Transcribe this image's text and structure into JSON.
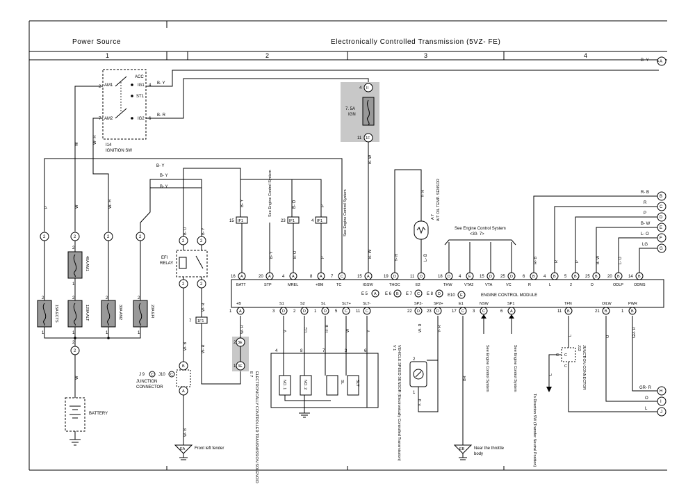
{
  "header": {
    "power_source": "Power Source",
    "title": "Electronically Controlled Transmission (5VZ- FE)",
    "columns": [
      "1",
      "2",
      "3",
      "4"
    ]
  },
  "ignition_sw": {
    "label_id": "I14",
    "label_name": "IGNITION SW",
    "terminals": [
      "ACC",
      "IG1",
      "ST1",
      "IG2",
      "AM1",
      "AM2"
    ],
    "pins": [
      "2",
      "7",
      "4",
      "6"
    ],
    "wires": [
      "B- Y",
      "B- R",
      "W",
      "W- R"
    ]
  },
  "ign_fuse": {
    "rating": "7. 5A",
    "name": "IGN",
    "top_connector": "II",
    "top_pin": "4",
    "bottom_connector": "1F",
    "bottom_pin": "11",
    "wire": "B- W"
  },
  "fuses": [
    {
      "rating": "40A AM1",
      "pin_top": "2",
      "pin_bot": "1"
    },
    {
      "rating": "15A ECTS",
      "pin_top": "2",
      "pin_bot": "1"
    },
    {
      "rating": "120A ALT",
      "pin_top": "2",
      "pin_bot": "1"
    },
    {
      "rating": "30A AM2",
      "pin_top": "2",
      "pin_bot": "1"
    },
    {
      "rating": "20A EFI",
      "pin_top": "2",
      "pin_bot": "1"
    }
  ],
  "battery": {
    "label": "BATTERY",
    "wire": "W",
    "connector": "2"
  },
  "efi_relay": {
    "label1": "EFI",
    "label2": "RELAY",
    "connector": "1F1"
  },
  "junction": {
    "j9": "J 9",
    "j10": "J10",
    "label1": "JUNCTION",
    "label2": "CONNECTOR",
    "wire": "W- B"
  },
  "grounds": [
    {
      "id": "EA",
      "text": "Front left fender"
    },
    {
      "id": "EB",
      "text": "Near the throttle body"
    }
  ],
  "ecm": {
    "name": "ENGINE CONTROL MODULE",
    "top_pins": [
      {
        "no": "16",
        "conn": "A",
        "name": "BATT"
      },
      {
        "no": "20",
        "conn": "A",
        "name": "STP"
      },
      {
        "no": "4",
        "conn": "A",
        "name": "MREL"
      },
      {
        "no": "8",
        "conn": "A",
        "name": "+BM"
      },
      {
        "no": "7",
        "conn": "C",
        "name": "TC"
      },
      {
        "no": "15",
        "conn": "A",
        "name": "IGSW"
      },
      {
        "no": "19",
        "conn": "D",
        "name": "THOC"
      },
      {
        "no": "11",
        "conn": "D",
        "name": "E2"
      },
      {
        "no": "18",
        "conn": "D",
        "name": "THW"
      },
      {
        "no": "4",
        "conn": "E",
        "name": "VTA2"
      },
      {
        "no": "15",
        "conn": "D",
        "name": "VTA"
      },
      {
        "no": "25",
        "conn": "D",
        "name": "VC"
      },
      {
        "no": "6",
        "conn": "B",
        "name": "R"
      },
      {
        "no": "4",
        "conn": "B",
        "name": "L"
      },
      {
        "no": "5",
        "conn": "B",
        "name": "2"
      },
      {
        "no": "25",
        "conn": "B",
        "name": "D"
      },
      {
        "no": "20",
        "conn": "B",
        "name": "ODLP"
      },
      {
        "no": "14",
        "conn": "B",
        "name": "ODMS"
      }
    ],
    "ground_pins": [
      "E 5",
      "E 6",
      "E 7",
      "E 8",
      "E10"
    ],
    "bottom_pins": [
      {
        "no": "1",
        "conn": "A",
        "name": "+B"
      },
      {
        "no": "3",
        "conn": "D",
        "name": "S1"
      },
      {
        "no": "2",
        "conn": "D",
        "name": "S2"
      },
      {
        "no": "1",
        "conn": "D",
        "name": "SL"
      },
      {
        "no": "5",
        "conn": "C",
        "name": "SLT+"
      },
      {
        "no": "11",
        "conn": "C",
        "name": "SLT-"
      },
      {
        "no": "22",
        "conn": "D",
        "name": "SP2-"
      },
      {
        "no": "23",
        "conn": "D",
        "name": "SP2+"
      },
      {
        "no": "17",
        "conn": "C",
        "name": "E1"
      },
      {
        "no": "3",
        "conn": "C",
        "name": "NSW"
      },
      {
        "no": "6",
        "conn": "A",
        "name": "SP1"
      },
      {
        "no": "11",
        "conn": "B",
        "name": "TFN"
      },
      {
        "no": "21",
        "conn": "B",
        "name": "OILW"
      },
      {
        "no": "1",
        "conn": "B",
        "name": "PWR"
      }
    ]
  },
  "wire_colors": {
    "p": "P",
    "bo": "B- O",
    "by": "B- Y",
    "bw": "B- W",
    "yr": "Y- R",
    "lb": "L- B",
    "rb": "R- B",
    "r": "R",
    "l": "L",
    "lo": "L- O",
    "lg": "LG",
    "wr": "W- R",
    "v": "V",
    "w": "W",
    "y": "Y",
    "br": "BR",
    "o": "O",
    "grr": "GR- R"
  },
  "right_connectors": [
    {
      "id": "A",
      "wire": "B- Y"
    },
    {
      "id": "B",
      "wire": "R- B"
    },
    {
      "id": "C",
      "wire": "R"
    },
    {
      "id": "D",
      "wire": "P"
    },
    {
      "id": "E",
      "wire": "B- W"
    },
    {
      "id": "F",
      "wire": "L- O"
    },
    {
      "id": "G",
      "wire": "LG"
    },
    {
      "id": "H",
      "wire": "GR- R"
    },
    {
      "id": "I",
      "wire": "O"
    },
    {
      "id": "J",
      "wire": "L"
    }
  ],
  "notes": {
    "see_ecs": "See Engine Control System",
    "see_ecs_ref": "<30- 7>",
    "sensor_a7_id": "A 7",
    "sensor_a7": "A/T OIL TEMP. SENSOR",
    "solenoid_id": "E 7",
    "solenoid_name": "ELECTRONICALLY CONTROLLED TRANSMISSION SOLENOID",
    "solenoids": [
      "NO. 1",
      "NO. 2",
      "SL",
      "SLT"
    ],
    "speed_sensor_id": "V 1",
    "speed_sensor": "VEHICLE SPEED SENSOR (Electronically Controlled Transmission)",
    "junction_j13": "J13",
    "junction_j13_name": "JUNCTION CONNECTOR",
    "to_direction": "To Direction SW (Transfer Neutral Position)",
    "see_engine": "See Engine Control System"
  }
}
